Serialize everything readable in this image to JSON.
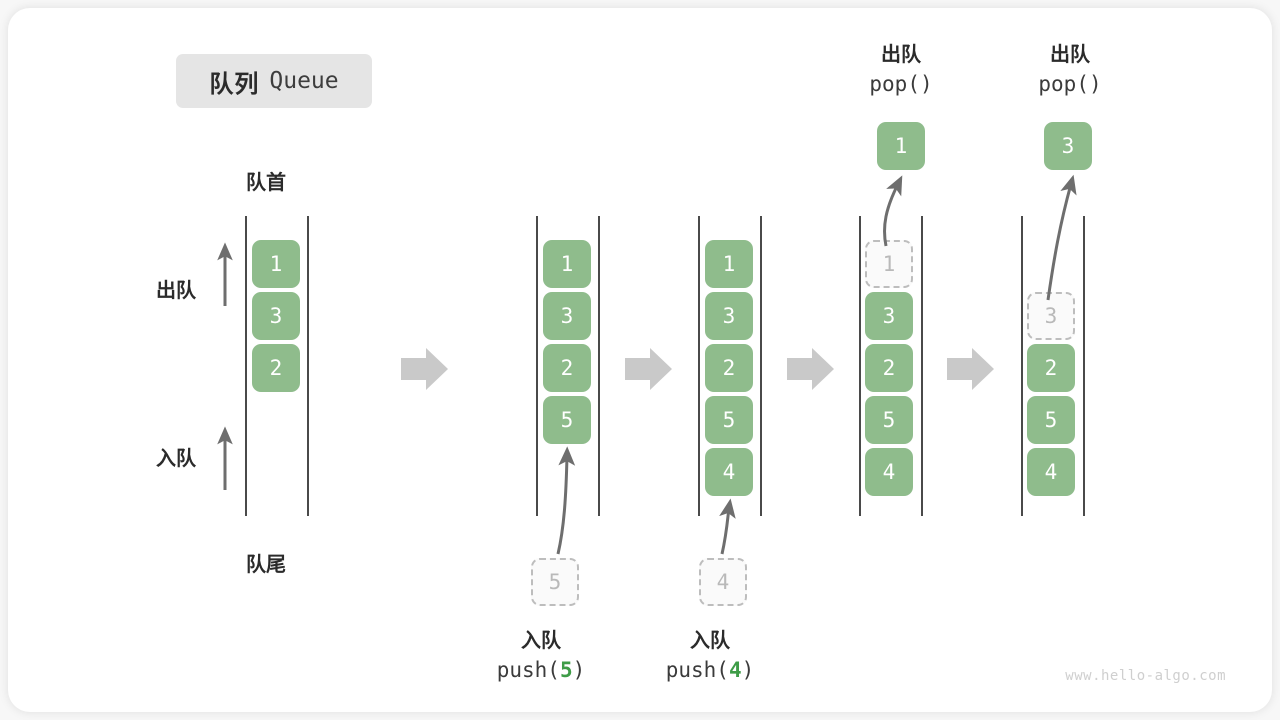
{
  "title": {
    "cn": "队列",
    "en": "Queue"
  },
  "labels": {
    "head": "队首",
    "tail": "队尾",
    "dequeue": "出队",
    "enqueue": "入队"
  },
  "operations": {
    "push5": {
      "cn": "入队",
      "code_prefix": "push(",
      "code_value": "5",
      "code_suffix": ")"
    },
    "push4": {
      "cn": "入队",
      "code_prefix": "push(",
      "code_value": "4",
      "code_suffix": ")"
    },
    "pop1": {
      "cn": "出队",
      "code": "pop()"
    },
    "pop2": {
      "cn": "出队",
      "code": "pop()"
    }
  },
  "stages": [
    {
      "name": "initial",
      "items": [
        {
          "value": "1",
          "state": "filled"
        },
        {
          "value": "3",
          "state": "filled"
        },
        {
          "value": "2",
          "state": "filled"
        }
      ]
    },
    {
      "name": "after-push-5",
      "items": [
        {
          "value": "1",
          "state": "filled"
        },
        {
          "value": "3",
          "state": "filled"
        },
        {
          "value": "2",
          "state": "filled"
        },
        {
          "value": "5",
          "state": "filled"
        }
      ],
      "incoming": {
        "value": "5",
        "state": "ghost"
      }
    },
    {
      "name": "after-push-4",
      "items": [
        {
          "value": "1",
          "state": "filled"
        },
        {
          "value": "3",
          "state": "filled"
        },
        {
          "value": "2",
          "state": "filled"
        },
        {
          "value": "5",
          "state": "filled"
        },
        {
          "value": "4",
          "state": "filled"
        }
      ],
      "incoming": {
        "value": "4",
        "state": "ghost"
      }
    },
    {
      "name": "after-pop-1",
      "items": [
        {
          "value": "1",
          "state": "ghost"
        },
        {
          "value": "3",
          "state": "filled"
        },
        {
          "value": "2",
          "state": "filled"
        },
        {
          "value": "5",
          "state": "filled"
        },
        {
          "value": "4",
          "state": "filled"
        }
      ],
      "outgoing": {
        "value": "1",
        "state": "filled"
      }
    },
    {
      "name": "after-pop-3",
      "items": [
        {
          "value": "",
          "state": "empty"
        },
        {
          "value": "3",
          "state": "ghost"
        },
        {
          "value": "2",
          "state": "filled"
        },
        {
          "value": "5",
          "state": "filled"
        },
        {
          "value": "4",
          "state": "filled"
        }
      ],
      "outgoing": {
        "value": "3",
        "state": "filled"
      }
    }
  ],
  "watermark": "www.hello-algo.com",
  "colors": {
    "block_green": "#8fbc8c",
    "accent_green": "#3e9c47",
    "rail_gray": "#4a4a4a",
    "arrow_gray": "#6e6e6e",
    "step_arrow_gray": "#c9c9c9",
    "ghost_border": "#bdbdbd",
    "badge_bg": "#e5e5e5"
  }
}
